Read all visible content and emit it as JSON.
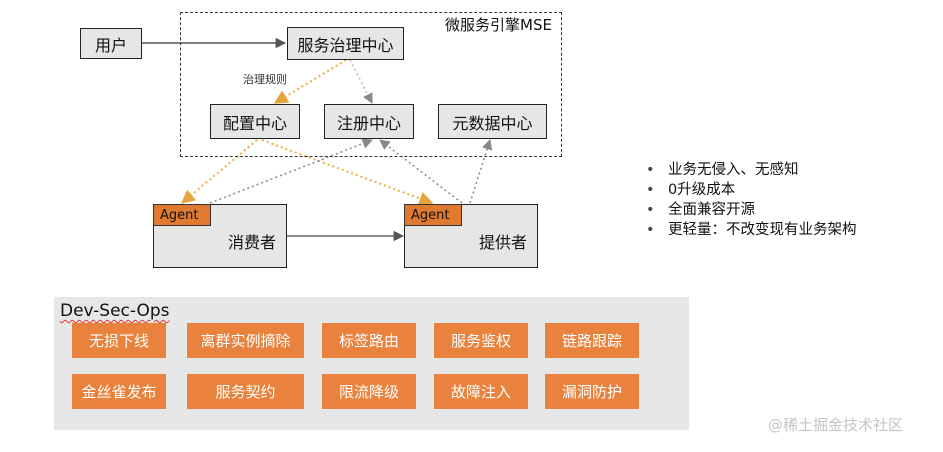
{
  "diagram": {
    "mse_title": "微服务引擎MSE",
    "user": "用户",
    "governance_center": "服务治理中心",
    "governance_rule_label": "治理规则",
    "config_center": "配置中心",
    "registry_center": "注册中心",
    "metadata_center": "元数据中心",
    "consumer": {
      "agent": "Agent",
      "label": "消费者"
    },
    "provider": {
      "agent": "Agent",
      "label": "提供者"
    }
  },
  "features": [
    "业务无侵入、无感知",
    "0升级成本",
    "全面兼容开源",
    "更轻量：不改变现有业务架构"
  ],
  "devsecops": {
    "title": "Dev-Sec-Ops",
    "row1": [
      "无损下线",
      "离群实例摘除",
      "标签路由",
      "服务鉴权",
      "链路跟踪"
    ],
    "row2": [
      "金丝雀发布",
      "服务契约",
      "限流降级",
      "故障注入",
      "漏洞防护"
    ]
  },
  "watermark": "@稀土掘金技术社区",
  "colors": {
    "accent": "#e8823c",
    "agent": "#e07a30",
    "node_bg": "#e6e6e6",
    "panel_bg": "#e7e7e7"
  }
}
